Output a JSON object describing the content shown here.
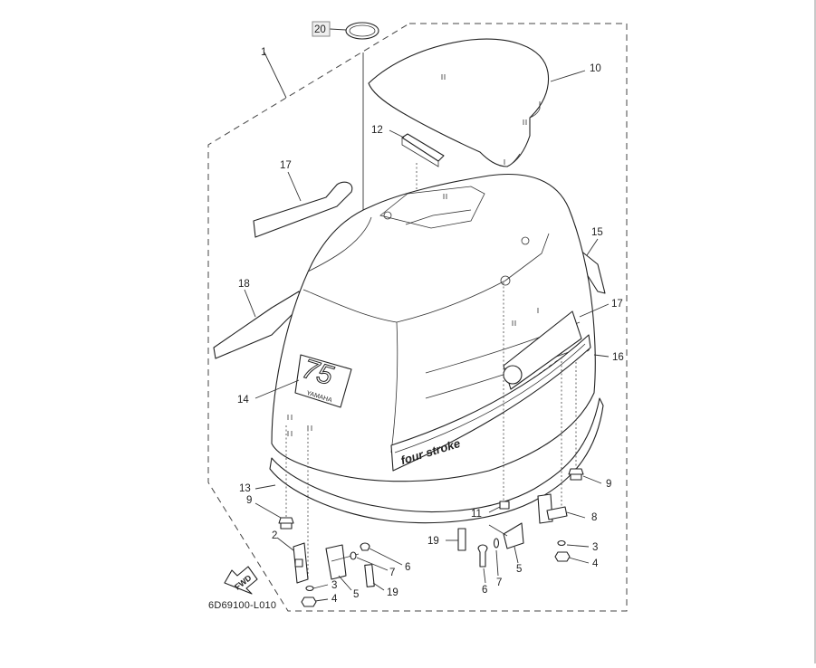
{
  "diagram": {
    "code": "6D69100-L010",
    "fwd_label": "FWD",
    "logo_text": "YAMAHA",
    "model_badge": "75",
    "decal_text": "four stroke",
    "callouts": [
      {
        "id": "c20",
        "text": "20",
        "boxed": true
      },
      {
        "id": "c1",
        "text": "1"
      },
      {
        "id": "c10",
        "text": "10"
      },
      {
        "id": "c12",
        "text": "12"
      },
      {
        "id": "c17a",
        "text": "17"
      },
      {
        "id": "c15",
        "text": "15"
      },
      {
        "id": "c18",
        "text": "18"
      },
      {
        "id": "c17b",
        "text": "17"
      },
      {
        "id": "c16",
        "text": "16"
      },
      {
        "id": "c14",
        "text": "14"
      },
      {
        "id": "c13",
        "text": "13"
      },
      {
        "id": "c9a",
        "text": "9"
      },
      {
        "id": "c9b",
        "text": "9"
      },
      {
        "id": "c11",
        "text": "11"
      },
      {
        "id": "c8",
        "text": "8"
      },
      {
        "id": "c19a",
        "text": "19"
      },
      {
        "id": "c3a",
        "text": "3"
      },
      {
        "id": "c4a",
        "text": "4"
      },
      {
        "id": "c2",
        "text": "2"
      },
      {
        "id": "c6a",
        "text": "6"
      },
      {
        "id": "c7a",
        "text": "7"
      },
      {
        "id": "c5a",
        "text": "5"
      },
      {
        "id": "c19b",
        "text": "19"
      },
      {
        "id": "c3b",
        "text": "3"
      },
      {
        "id": "c4b",
        "text": "4"
      },
      {
        "id": "c6b",
        "text": "6"
      },
      {
        "id": "c7b",
        "text": "7"
      },
      {
        "id": "c5b",
        "text": "5"
      }
    ]
  }
}
